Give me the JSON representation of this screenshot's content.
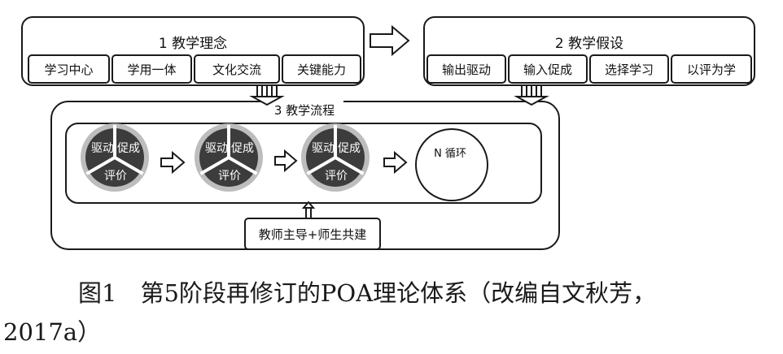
{
  "panel1": {
    "title": "1 教学理念",
    "items": [
      "学习中心",
      "学用一体",
      "文化交流",
      "关键能力"
    ]
  },
  "panel2": {
    "title": "2 教学假设",
    "items": [
      "输出驱动",
      "输入促成",
      "选择学习",
      "以评为学"
    ]
  },
  "panel3": {
    "title": "3 教学流程"
  },
  "cycle": {
    "drive": "驱动",
    "enable": "促成",
    "assess": "评价"
  },
  "loop_label": "N 循环",
  "base_box": "教师主导+师生共建",
  "caption": {
    "line1": "图1　第5阶段再修订的POA理论体系（改编自文秋芳，",
    "line2": "2017a）"
  }
}
